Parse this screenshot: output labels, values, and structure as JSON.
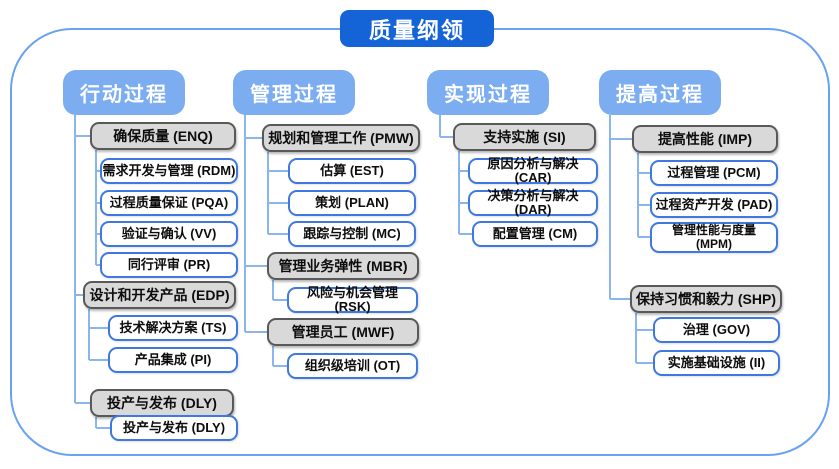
{
  "title": "质量纲领",
  "colors": {
    "title_bg": "#1464d8",
    "column_header_bg": "#7cadf1",
    "group_bg": "#d9d9d9",
    "group_border": "#595959",
    "leaf_border": "#3e78e0",
    "connector": "#8ab5ef",
    "frame_border": "#69a2f2"
  },
  "columns": [
    {
      "header": "行动过程",
      "groups": [
        {
          "label": "确保质量 (ENQ)",
          "children": [
            "需求开发与管理 (RDM)",
            "过程质量保证 (PQA)",
            "验证与确认 (VV)",
            "同行评审 (PR)"
          ]
        },
        {
          "label": "设计和开发产品 (EDP)",
          "children": [
            "技术解决方案 (TS)",
            "产品集成 (PI)"
          ]
        },
        {
          "label": "投产与发布 (DLY)",
          "children": [
            "投产与发布 (DLY)"
          ]
        }
      ]
    },
    {
      "header": "管理过程",
      "groups": [
        {
          "label": "规划和管理工作 (PMW)",
          "children": [
            "估算 (EST)",
            "策划 (PLAN)",
            "跟踪与控制 (MC)"
          ]
        },
        {
          "label": "管理业务弹性 (MBR)",
          "children": [
            "风险与机会管理 (RSK)"
          ]
        },
        {
          "label": "管理员工 (MWF)",
          "children": [
            "组织级培训 (OT)"
          ]
        }
      ]
    },
    {
      "header": "实现过程",
      "groups": [
        {
          "label": "支持实施 (SI)",
          "children": [
            "原因分析与解决 (CAR)",
            "决策分析与解决 (DAR)",
            "配置管理 (CM)"
          ]
        }
      ]
    },
    {
      "header": "提高过程",
      "groups": [
        {
          "label": "提高性能 (IMP)",
          "children": [
            "过程管理 (PCM)",
            "过程资产开发 (PAD)",
            "管理性能与度量 (MPM)"
          ]
        },
        {
          "label": "保持习惯和毅力 (SHP)",
          "children": [
            "治理 (GOV)",
            "实施基础设施 (II)"
          ]
        }
      ]
    }
  ]
}
